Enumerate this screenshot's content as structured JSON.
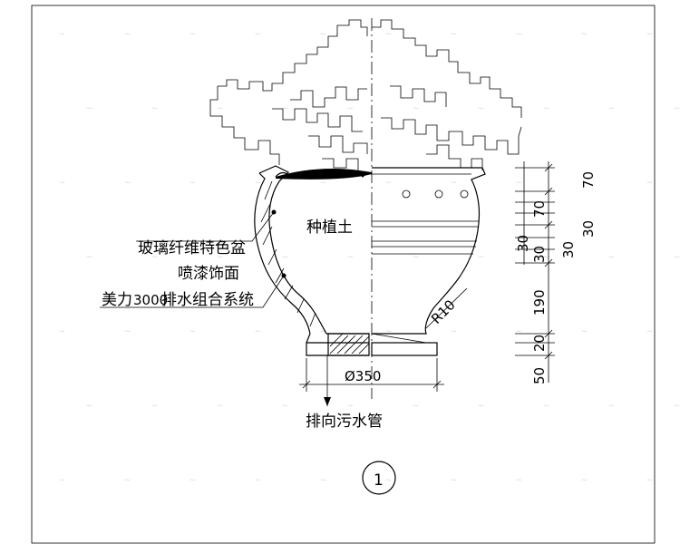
{
  "labels": {
    "soil": "种植土",
    "pot_line1": "玻璃纤维特色盆",
    "pot_line2": "喷漆饰面",
    "system_prefix": "美力",
    "system_num": "3000",
    "system_suffix": "排水组合系统",
    "drain": "排向污水管",
    "radius": "R10",
    "diameter": "Ø350",
    "detail_no": "1"
  },
  "dimensions": {
    "outer": [
      "70",
      "30",
      "30",
      "190",
      "20",
      "50"
    ],
    "inner": [
      "70",
      "30",
      "30"
    ]
  },
  "colors": {
    "line": "#000000",
    "watermark": "#d8d8d8"
  }
}
